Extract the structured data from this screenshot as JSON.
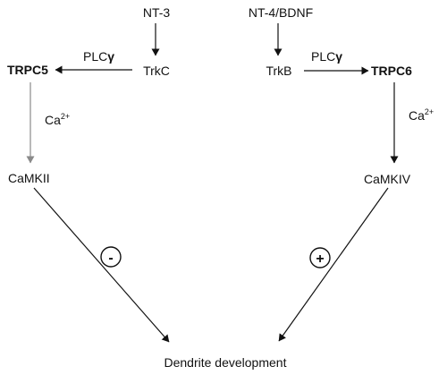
{
  "nodes": {
    "nt3": "NT-3",
    "nt4_bdnf": "NT-4/BDNF",
    "trkc": "TrkC",
    "trkb": "TrkB",
    "trpc5": "TRPC5",
    "trpc6": "TRPC6",
    "camkii": "CaMKII",
    "camkiv": "CaMKIV",
    "dendrite_development": "Dendrite development"
  },
  "edge_labels": {
    "plc_left_main": "PLC",
    "plc_left_greek": "γ",
    "plc_right_main": "PLC",
    "plc_right_greek": "γ",
    "ca_left_main": "Ca",
    "ca_left_sup": "2+",
    "ca_right_main": "Ca",
    "ca_right_sup": "2+"
  },
  "effects": {
    "left": "-",
    "right": "+"
  },
  "colors": {
    "arrow_black": "#111111",
    "arrow_gray": "#8a8a8a"
  }
}
